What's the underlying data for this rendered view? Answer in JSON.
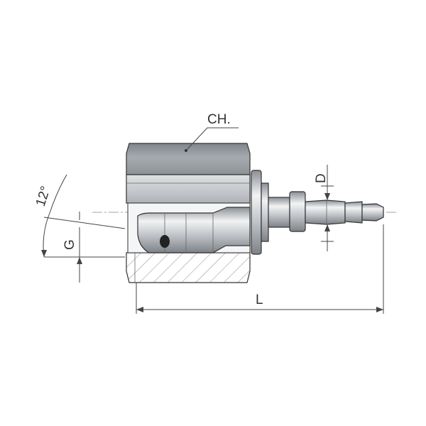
{
  "labels": {
    "hex_size": "CH.",
    "diameter": "D",
    "thread": "G",
    "angle": "12°",
    "length": "L"
  },
  "colors": {
    "steel_dark": "#8e9399",
    "steel_mid": "#b9bdc2",
    "steel_light": "#e4e6e8",
    "hatch": "#9a9a9a",
    "line": "#444444"
  }
}
